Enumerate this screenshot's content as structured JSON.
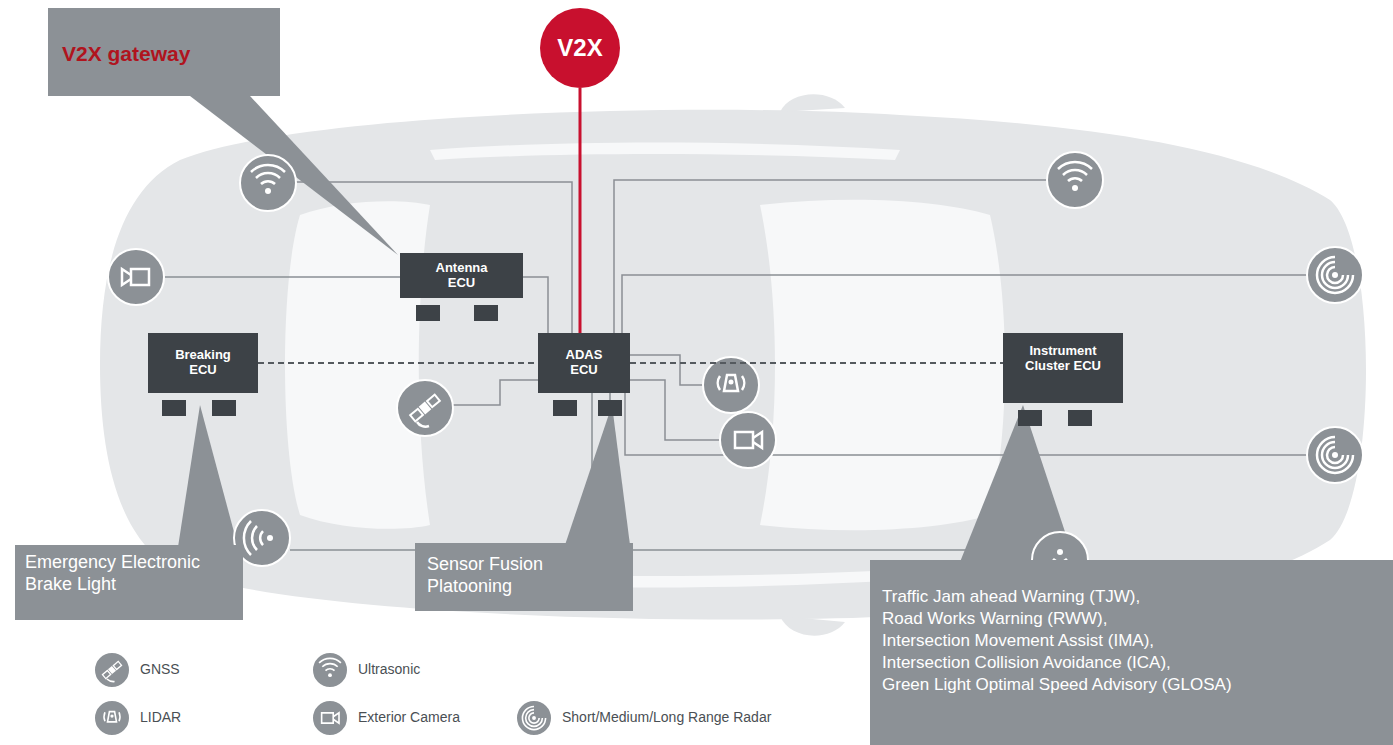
{
  "diagram": {
    "nodes": [
      {
        "text": [
          "V2X gateway"
        ]
      },
      {
        "text": [
          "V2X"
        ]
      },
      {
        "text": [
          "Antenna ECU"
        ]
      },
      {
        "text": [
          "Breaking ECU"
        ]
      },
      {
        "text": [
          "ADAS ECU"
        ]
      },
      {
        "text": [
          "Instrument Cluster ECU"
        ]
      },
      {
        "text": [
          "Emergency Electronic Brake Light"
        ]
      },
      {
        "text": [
          "Sensor Fusion Platooning"
        ]
      },
      {
        "text": [
          "Traffic Jam ahead Warning (TJW),",
          "Road Works Warning (RWW),",
          "Intersection Movement Assist (IMA),",
          "Intersection Collision Avoidance (ICA),",
          "Green Light Optimal Speed Advisory (GLOSA)"
        ]
      }
    ],
    "edges": [
      {
        "from": 1,
        "to": 4,
        "arrow": "none"
      },
      {
        "from": 2,
        "to": 4,
        "arrow": "none"
      },
      {
        "from": 3,
        "to": 4,
        "arrow": "none"
      },
      {
        "from": 4,
        "to": 5,
        "arrow": "none"
      }
    ],
    "legend": [
      {
        "text": "GNSS"
      },
      {
        "text": "LIDAR"
      },
      {
        "text": "Ultrasonic"
      },
      {
        "text": "Exterior Camera"
      },
      {
        "text": "Short/Medium/Long Range Radar"
      }
    ]
  }
}
